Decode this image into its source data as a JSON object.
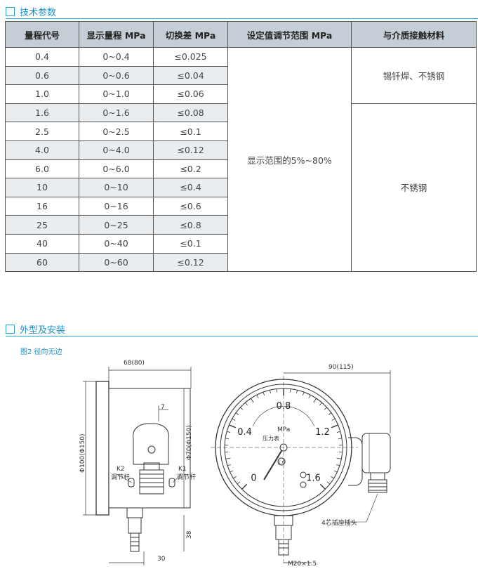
{
  "section1": {
    "title": "技术参数"
  },
  "table": {
    "headers": [
      "量程代号",
      "显示量程 MPa",
      "切换差 MPa",
      "设定值调节范围 MPa",
      "与介质接触材料"
    ],
    "rows": [
      [
        "0.4",
        "0~0.4",
        "≤0.025"
      ],
      [
        "0.6",
        "0~0.6",
        "≤0.04"
      ],
      [
        "1.0",
        "0~1.0",
        "≤0.06"
      ],
      [
        "1.6",
        "0~1.6",
        "≤0.08"
      ],
      [
        "2.5",
        "0~2.5",
        "≤0.1"
      ],
      [
        "4.0",
        "0~4.0",
        "≤0.12"
      ],
      [
        "6.0",
        "0~6.0",
        "≤0.2"
      ],
      [
        "10",
        "0~10",
        "≤0.4"
      ],
      [
        "16",
        "0~16",
        "≤0.6"
      ],
      [
        "25",
        "0~25",
        "≤0.8"
      ],
      [
        "40",
        "0~40",
        "≤0.1"
      ],
      [
        "60",
        "0~60",
        "≤0.12"
      ]
    ],
    "setting_range": "显示范围的5%~80%",
    "material_1": "锡钎焊、不锈钢",
    "material_2": "不锈钢"
  },
  "section2": {
    "title": "外型及安装"
  },
  "figure": {
    "caption": "图2  径向无边",
    "dims": {
      "a": "68(80)",
      "b": "7",
      "c": "Φ100(Φ150)",
      "d": "Φ70(Φ150)",
      "e": "90(115)",
      "f": "38",
      "g": "30",
      "h": "M20×1.5"
    },
    "labels": {
      "k2": "K2",
      "k2_text": "调节杆",
      "k1": "K1",
      "k1_text": "调节杆",
      "plug": "4芯插座插头"
    },
    "dial": {
      "ticks": [
        "0",
        "0.4",
        "0.8",
        "1.2",
        "1.6"
      ],
      "unit": "MPa",
      "name": "压力表",
      "class": "1.6"
    }
  }
}
